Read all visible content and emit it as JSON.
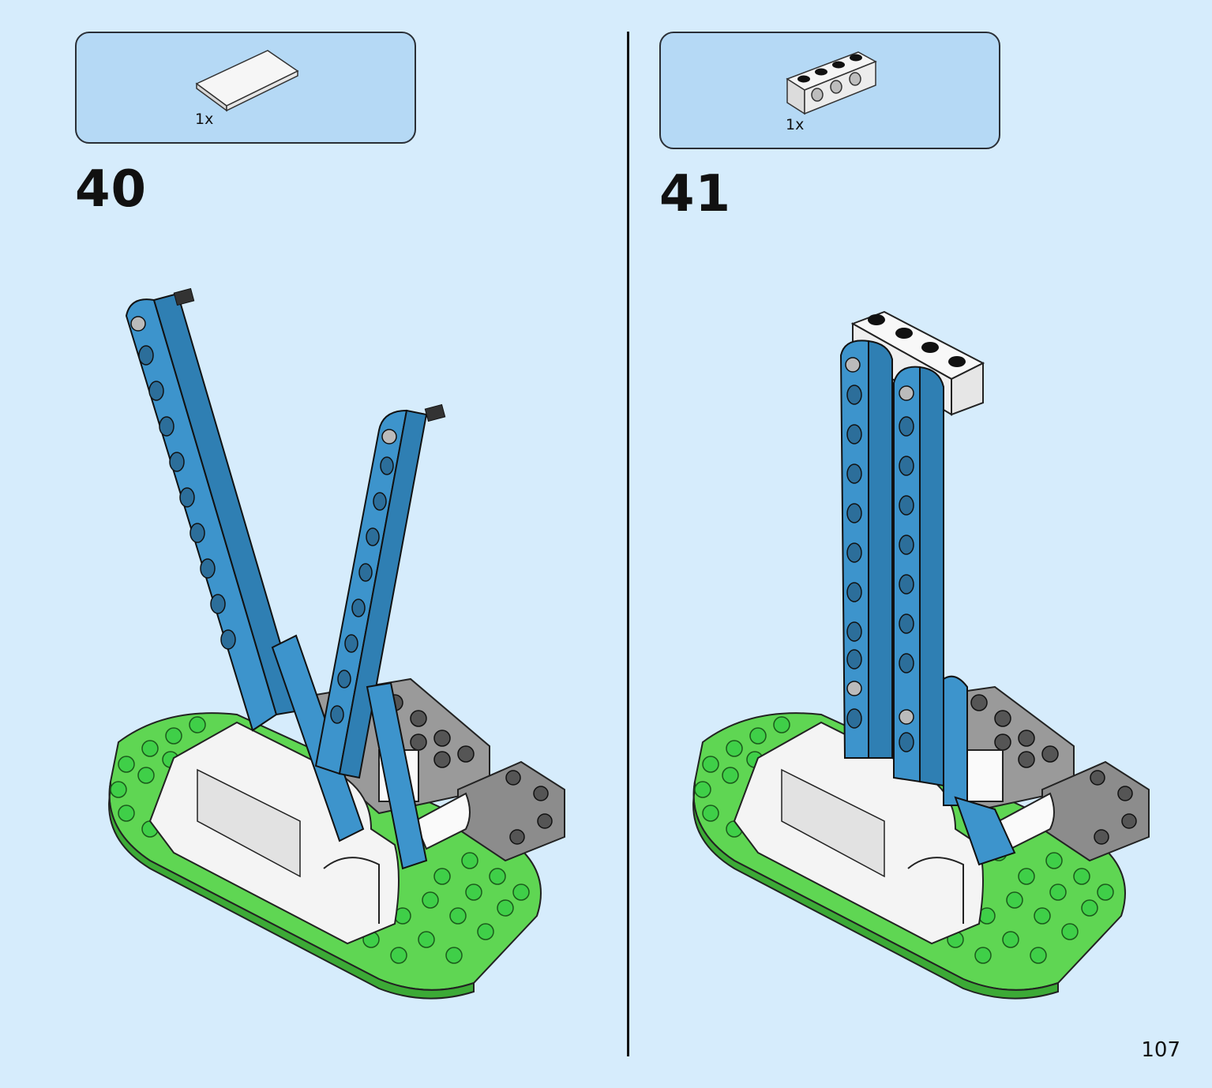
{
  "steps": [
    {
      "number": "40",
      "parts": [
        {
          "quantity": "1x",
          "part": "white-tile-icon"
        }
      ]
    },
    {
      "number": "41",
      "parts": [
        {
          "quantity": "1x",
          "part": "white-technic-brick-icon"
        }
      ]
    }
  ],
  "page": {
    "number": "107"
  },
  "colors": {
    "background": "#d6ecfc",
    "callout": "#b5d9f5",
    "beam_blue": "#3d94cc",
    "plate_green": "#5fd653",
    "brick_white": "#f4f4f4",
    "brick_gray": "#9a9a9a"
  }
}
